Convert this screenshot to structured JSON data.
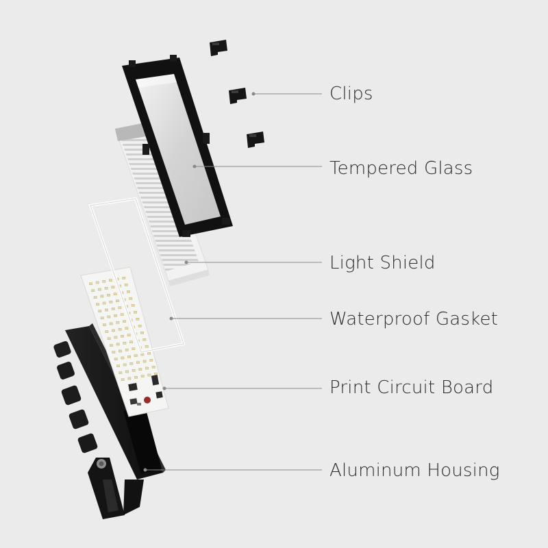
{
  "diagram": {
    "callouts": [
      {
        "id": "clips",
        "label": "Clips"
      },
      {
        "id": "glass",
        "label": "Tempered Glass"
      },
      {
        "id": "shield",
        "label": "Light Shield"
      },
      {
        "id": "gasket",
        "label": "Waterproof Gasket"
      },
      {
        "id": "pcb",
        "label": "Print Circuit Board"
      },
      {
        "id": "housing",
        "label": "Aluminum Housing"
      }
    ]
  },
  "colors": {
    "background": "#ebebeb",
    "leader_line": "#8a8a8a",
    "label_text": "#2a2a2a",
    "housing": "#151515",
    "frame": "#111111",
    "glass": "#d6d6d6",
    "pcb": "#f4f4f2",
    "led": "#e6d9a6"
  }
}
